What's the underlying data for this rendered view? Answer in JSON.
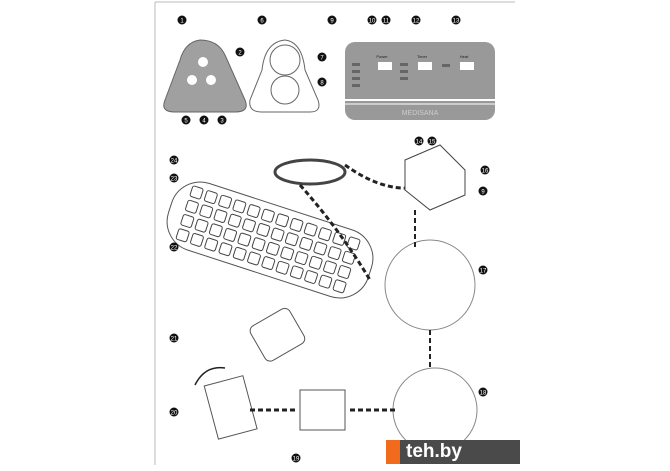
{
  "panel": {
    "brand": "MEDISANA",
    "power": "Power",
    "timer": "Timer",
    "heat": "Heat"
  },
  "callouts": [
    "1",
    "2",
    "3",
    "4",
    "5",
    "6",
    "7",
    "8",
    "9",
    "10",
    "11",
    "12",
    "13",
    "14",
    "15",
    "16",
    "9",
    "17",
    "18",
    "19",
    "20",
    "21",
    "22",
    "23",
    "24"
  ],
  "watermark": "teh.by",
  "colors": {
    "accent": "#f26a1b",
    "dark": "#4a4a4a",
    "panel": "#9a9a9a"
  }
}
